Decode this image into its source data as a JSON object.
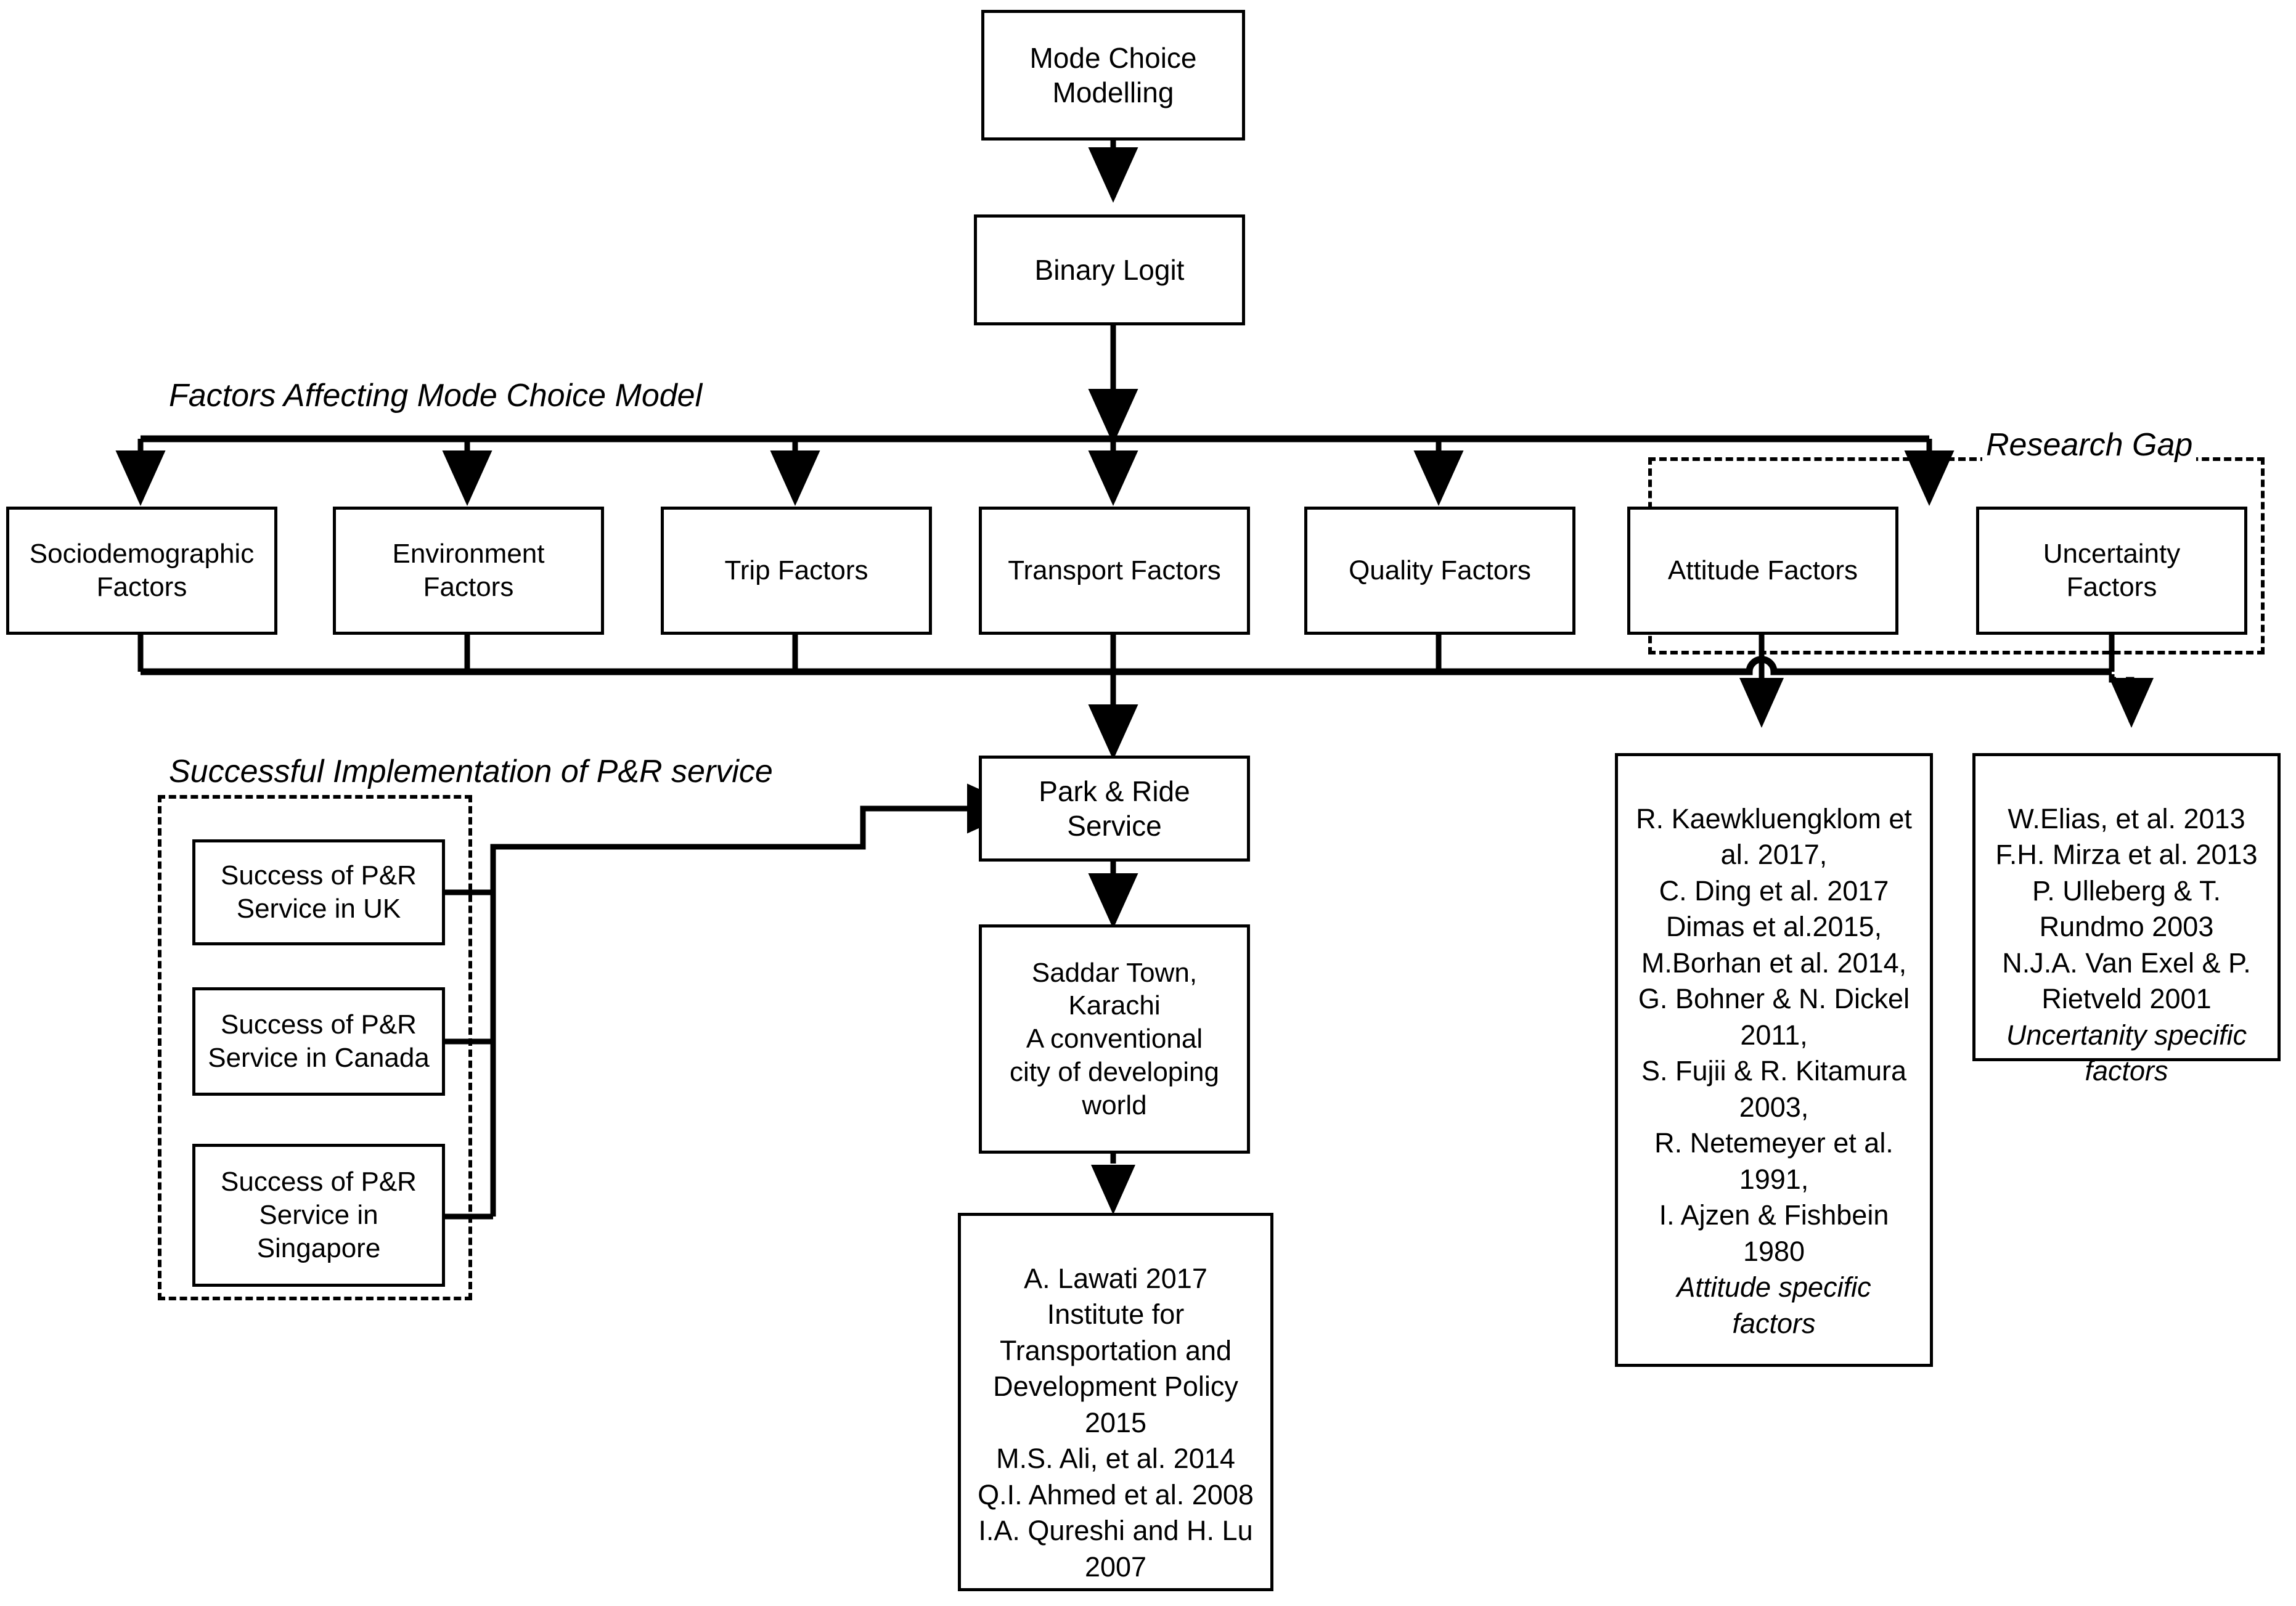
{
  "diagram": {
    "title": "Mode Choice Modelling research framework flowchart",
    "line_color": "#000000",
    "background_color": "#ffffff"
  },
  "nodes": {
    "mode_choice": "Mode Choice\nModelling",
    "binary_logit": "Binary Logit",
    "park_ride": "Park & Ride\nService",
    "saddar_town": "Saddar Town,\nKarachi\nA conventional\ncity of developing\nworld"
  },
  "factors": [
    {
      "id": "sociodemographic",
      "label": "Sociodemographic\nFactors"
    },
    {
      "id": "environment",
      "label": "Environment\nFactors"
    },
    {
      "id": "trip",
      "label": "Trip Factors"
    },
    {
      "id": "transport",
      "label": "Transport Factors"
    },
    {
      "id": "quality",
      "label": "Quality Factors"
    },
    {
      "id": "attitude",
      "label": "Attitude Factors"
    },
    {
      "id": "uncertainty",
      "label": "Uncertainty\nFactors"
    }
  ],
  "group_titles": {
    "factors_affecting": "Factors Affecting Mode Choice Model",
    "research_gap": "Research Gap",
    "successful_implementation": "Successful Implementation of P&R service"
  },
  "pr_success": [
    {
      "id": "uk",
      "label": "Success of P&R\nService in UK"
    },
    {
      "id": "canada",
      "label": "Success of P&R\nService in Canada"
    },
    {
      "id": "singapore",
      "label": "Success of P&R\nService in\nSingapore"
    }
  ],
  "references": {
    "attitude": {
      "lines": "R. Kaewkluengklom et\nal. 2017,\nC. Ding et al. 2017\nDimas et al.2015,\nM.Borhan et al. 2014,\nG. Bohner & N. Dickel\n2011,\nS. Fujii & R. Kitamura\n2003,\nR. Netemeyer et al.\n1991,\nI. Ajzen & Fishbein\n1980",
      "tail": "Attitude specific\nfactors"
    },
    "uncertainty": {
      "lines": "W.Elias, et al. 2013\nF.H. Mirza et al. 2013\nP. Ulleberg & T.\nRundmo 2003\nN.J.A. Van Exel & P.\nRietveld 2001",
      "tail": "Uncertanity specific\nfactors"
    },
    "park_ride": {
      "lines": "A. Lawati 2017\nInstitute for\nTransportation and\nDevelopment Policy\n2015\nM.S. Ali, et al. 2014\nQ.I. Ahmed et al. 2008\nI.A. Qureshi and H. Lu\n2007",
      "tail": ""
    }
  }
}
